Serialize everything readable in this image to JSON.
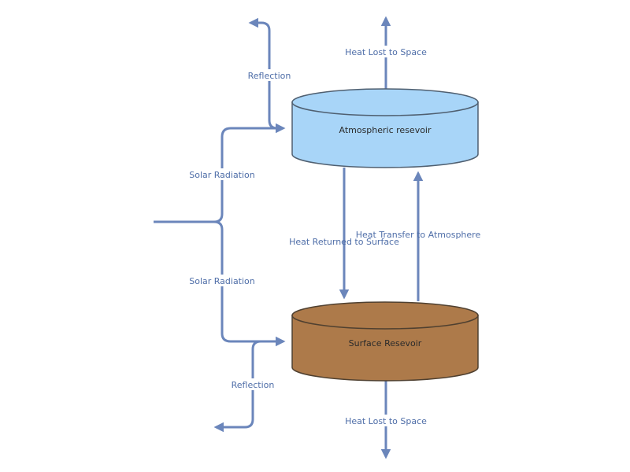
{
  "colors": {
    "atmosphere_fill": "#a8d5f8",
    "surface_fill": "#ad7a4a",
    "arrow": "#6b86bb",
    "label_text": "#4f6ea8"
  },
  "nodes": {
    "atmosphere": {
      "label": "Atmospheric resevoir"
    },
    "surface": {
      "label": "Surface Resevoir"
    }
  },
  "edges": {
    "heat_lost_top": "Heat Lost to Space",
    "reflection_top": "Reflection",
    "solar_radiation_top": "Solar Radiation",
    "solar_radiation_bottom": "Solar Radiation",
    "heat_returned": "Heat Returned to Surface",
    "heat_transfer": "Heat Transfer to Atmosphere",
    "reflection_bottom": "Reflection",
    "heat_lost_bottom": "Heat Lost to Space"
  }
}
